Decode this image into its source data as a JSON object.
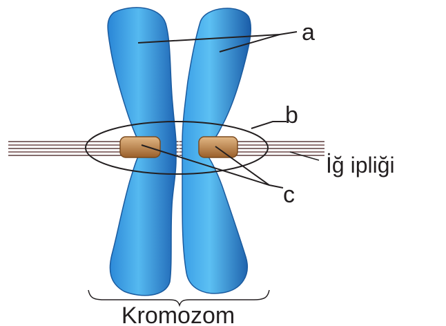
{
  "labels": {
    "a": "a",
    "b": "b",
    "c": "c",
    "spindle": "İğ ipliği",
    "title": "Kromozom"
  },
  "colors": {
    "chromatid_dark": "#1f6fbf",
    "chromatid_light": "#52b8f0",
    "chromatid_edge": "#1a5a9e",
    "kinetochore": "#b57a3c",
    "kinetochore_light": "#ddb07a",
    "spindle_fiber": "#5a3a3a",
    "line": "#231f20"
  },
  "icons": {
    "brace": "curly-brace-under-chromosome"
  }
}
